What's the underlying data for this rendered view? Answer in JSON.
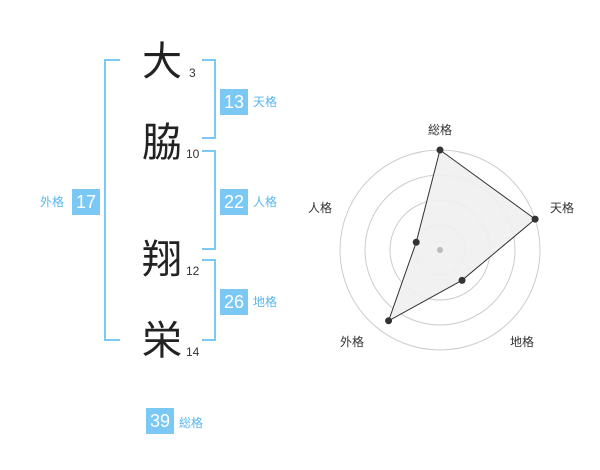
{
  "name": {
    "chars": [
      {
        "char": "大",
        "strokes": "3"
      },
      {
        "char": "脇",
        "strokes": "10"
      },
      {
        "char": "翔",
        "strokes": "12"
      },
      {
        "char": "栄",
        "strokes": "14"
      }
    ]
  },
  "fortunes": {
    "tenkaku": {
      "value": "13",
      "label": "天格"
    },
    "jinkaku": {
      "value": "22",
      "label": "人格"
    },
    "chikaku": {
      "value": "26",
      "label": "地格"
    },
    "gaikaku": {
      "value": "17",
      "label": "外格"
    },
    "soukaku": {
      "value": "39",
      "label": "総格"
    }
  },
  "radar": {
    "axes": [
      "総格",
      "天格",
      "地格",
      "外格",
      "人格"
    ],
    "levels": 4,
    "values": [
      4,
      4,
      1.5,
      3.5,
      1
    ],
    "max": 4,
    "fill": "#f0f0f0",
    "stroke": "#333333",
    "grid": "#cccccc"
  }
}
